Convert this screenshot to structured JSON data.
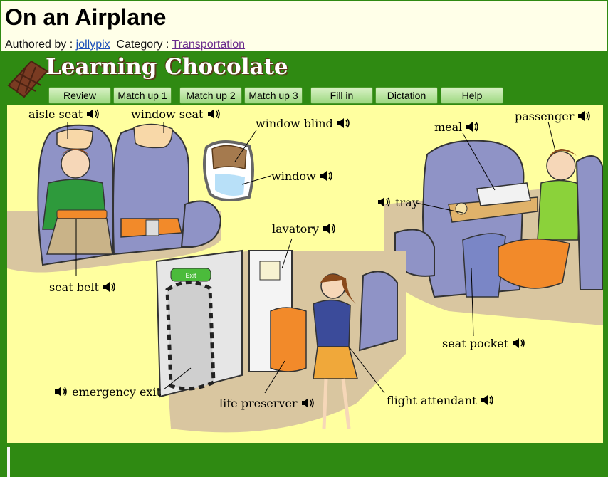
{
  "page": {
    "title": "On an Airplane"
  },
  "meta": {
    "author_prefix": "Authored by :",
    "author": "jollypix",
    "category_prefix": "Category :",
    "category": "Transportation"
  },
  "logo": {
    "text": "Learning Chocolate"
  },
  "nav": {
    "items": [
      "Review",
      "Match up 1",
      "Match up 2",
      "Match up 3",
      "Fill in",
      "Dictation",
      "Help"
    ]
  },
  "labels": {
    "aisle_seat": "aisle seat",
    "window_seat": "window seat",
    "window_blind": "window blind",
    "window": "window",
    "seat_belt": "seat belt",
    "lavatory": "lavatory",
    "emergency_exit": "emergency exit",
    "life_preserver": "life preserver",
    "flight_attendant": "flight attendant",
    "meal": "meal",
    "passenger": "passenger",
    "tray": "tray",
    "seat_pocket": "seat pocket",
    "exit_sign": "Exit"
  },
  "colors": {
    "frame": "#2f8a12",
    "scene_bg": "#ffff9f",
    "header_bg": "#ffffe8"
  }
}
